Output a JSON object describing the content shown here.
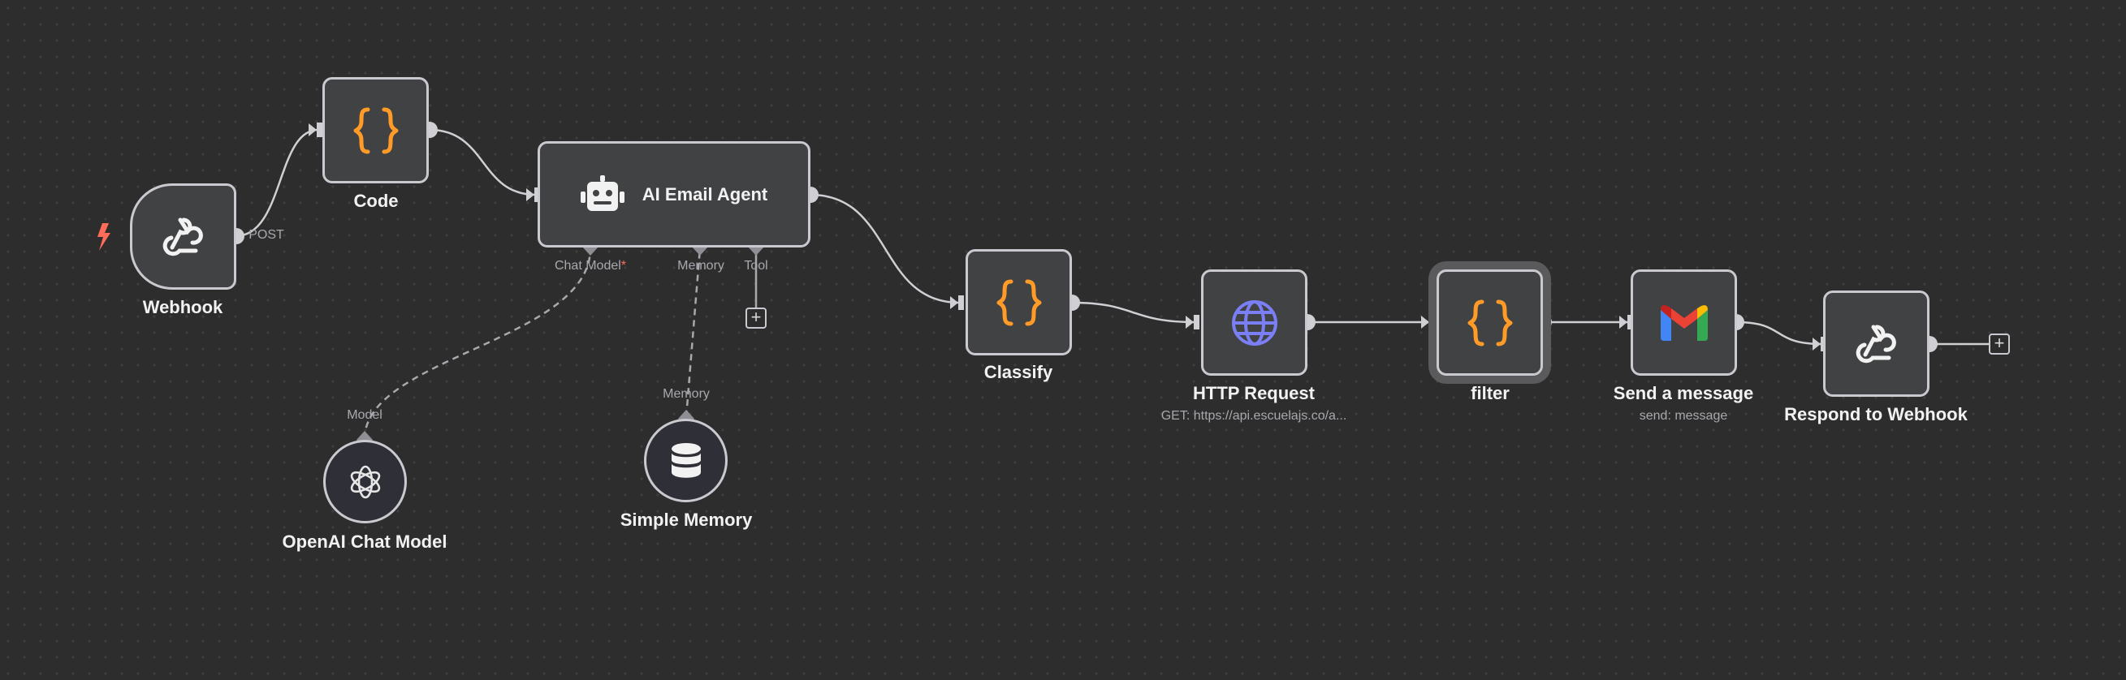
{
  "nodes": {
    "webhook": {
      "label": "Webhook",
      "port_label": "POST",
      "icon": "webhook-icon"
    },
    "code": {
      "label": "Code",
      "icon": "code-braces-icon"
    },
    "agent": {
      "title": "AI Email Agent",
      "icon": "robot-icon",
      "ports": {
        "chat_model": "Chat Model",
        "chat_model_required": "*",
        "memory": "Memory",
        "tool": "Tool"
      }
    },
    "openai": {
      "label": "OpenAI Chat Model",
      "port_label": "Model",
      "icon": "openai-icon"
    },
    "memory": {
      "label": "Simple Memory",
      "port_label": "Memory",
      "icon": "database-icon"
    },
    "classify": {
      "label": "Classify",
      "icon": "code-braces-icon"
    },
    "http": {
      "label": "HTTP Request",
      "sublabel": "GET: https://api.escuelajs.co/a...",
      "icon": "globe-icon"
    },
    "filter": {
      "label": "filter",
      "icon": "code-braces-icon"
    },
    "gmail": {
      "label": "Send a message",
      "sublabel": "send: message",
      "icon": "gmail-icon"
    },
    "respond": {
      "label": "Respond to Webhook",
      "icon": "webhook-icon"
    }
  },
  "add_symbol": "+",
  "colors": {
    "accent_orange": "#ff9b26",
    "trigger_red": "#ff6d5a",
    "globe_purple": "#7b7ff5",
    "canvas_bg": "#2d2d2d",
    "node_bg": "#414244",
    "node_border": "#c9c9cf"
  }
}
